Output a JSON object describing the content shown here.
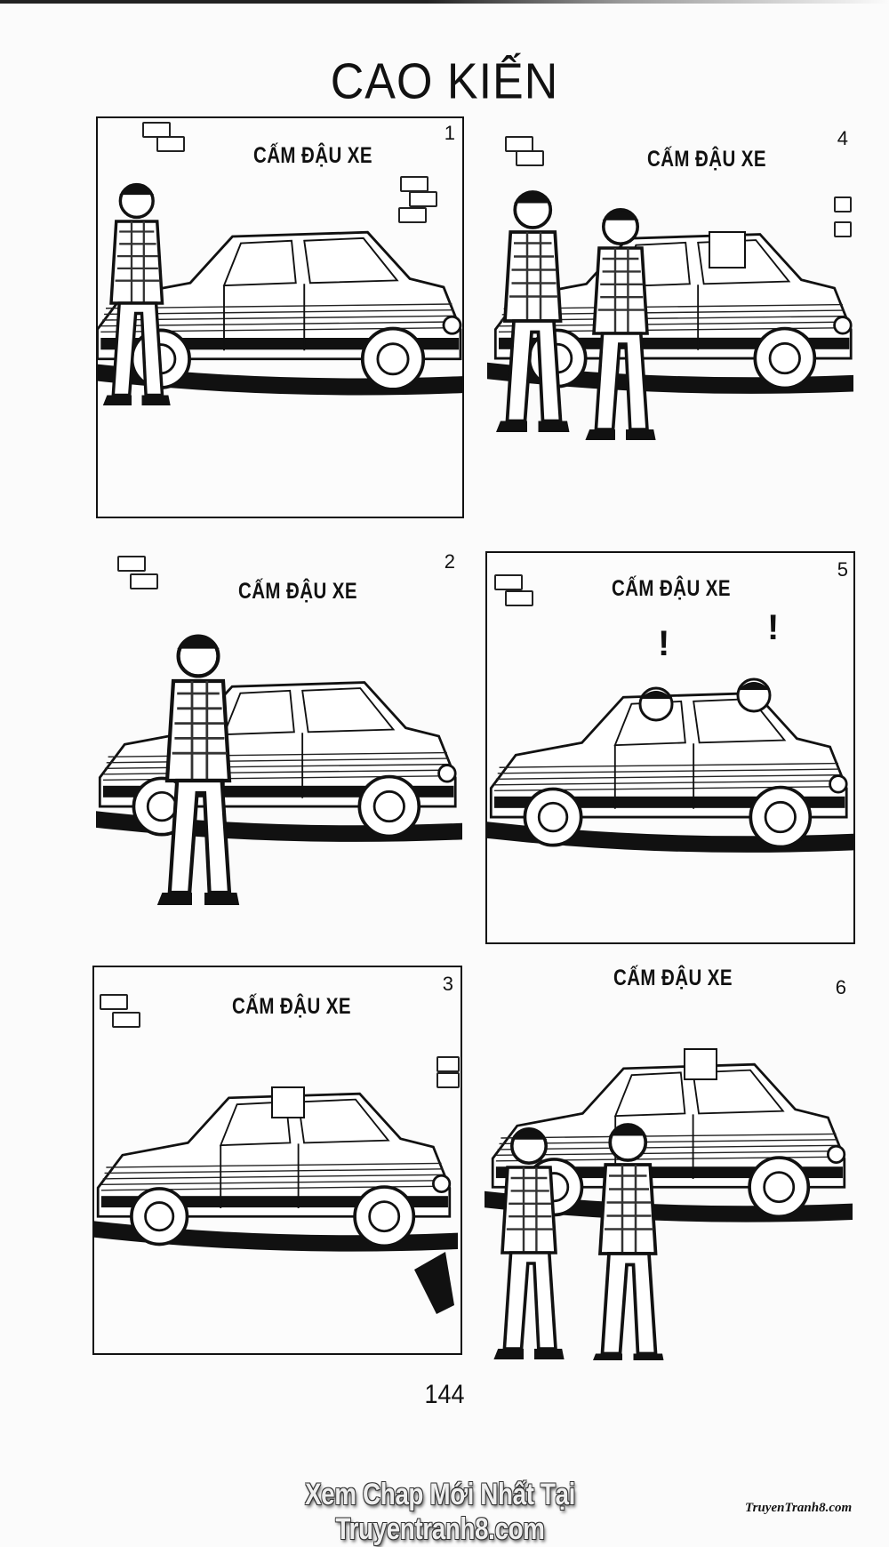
{
  "page": {
    "title": "CAO KIẾN",
    "page_number": "144"
  },
  "panels": [
    {
      "number": "1",
      "sign": "CẤM ĐẬU XE",
      "scene": "man in sweater with wooden leg walking past parked car"
    },
    {
      "number": "2",
      "sign": "CẤM ĐẬU XE",
      "scene": "policeman writing a ticket beside parked car"
    },
    {
      "number": "3",
      "sign": "CẤM ĐẬU XE",
      "scene": "parked car with ticket on windshield, foot kicking at edge"
    },
    {
      "number": "4",
      "sign": "CẤM ĐẬU XE",
      "scene": "two men returning to car with ticket on windshield"
    },
    {
      "number": "5",
      "sign": "CẤM ĐẬU XE",
      "scene": "two men in car reading ticket, exclamation marks",
      "exclamations": [
        "!",
        "!"
      ]
    },
    {
      "number": "6",
      "sign": "CẤM ĐẬU XE",
      "scene": "two men walking away from car bent over"
    }
  ],
  "watermark": {
    "text": "Xem Chap Mới Nhất Tại Truyentranh8.com",
    "logo": "TruyenTranh8.com"
  }
}
